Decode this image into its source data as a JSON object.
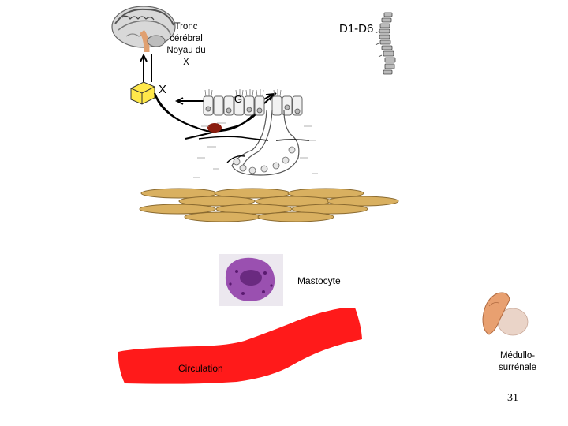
{
  "labels": {
    "tronc_line1": "Tronc",
    "tronc_line2": "cérébral",
    "tronc_line3": "Noyau du",
    "tronc_line4": "X",
    "spine": "D1-D6",
    "vagus": "X",
    "ganglion": "G",
    "mastocyte": "Mastocyte",
    "circulation": "Circulation",
    "medullo_line1": "Médullo-",
    "medullo_line2": "surrénale",
    "page_number": "31"
  },
  "colors": {
    "circulation": "#ff1a1a",
    "muscle_fiber": "#d9b060",
    "muscle_outline": "#8a6a30",
    "mast_cell": "#9a50b0",
    "nerve_box": "#ffe84a",
    "adrenal": "#e8a070"
  }
}
